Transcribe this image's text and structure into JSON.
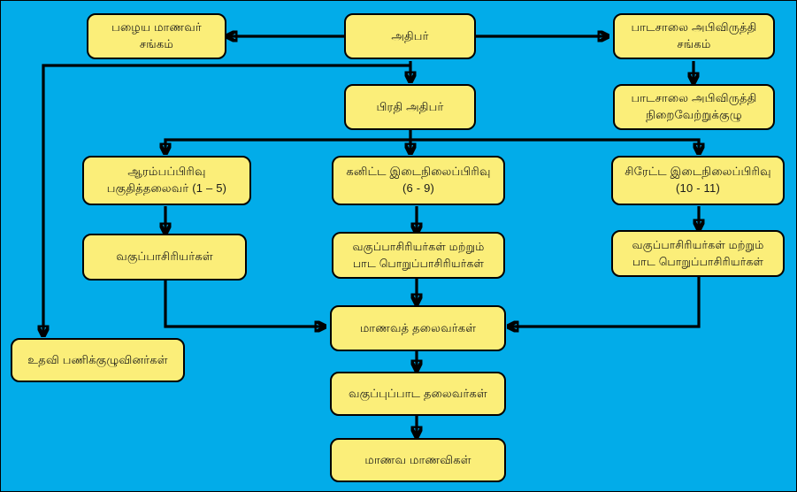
{
  "diagram": {
    "title": "School organisational structure chart",
    "background_color": "#02ace9",
    "node_fill_color": "#fbee79",
    "node_border_color": "#000000",
    "connector_color": "#000000",
    "nodes": [
      {
        "id": "old-students-association",
        "label": "பழைய மாணவர் சங்கம்"
      },
      {
        "id": "principal",
        "label": "அதிபர்"
      },
      {
        "id": "school-development-society",
        "label": "பாடசாலை அபிவிருத்தி சங்கம்"
      },
      {
        "id": "deputy-principal",
        "label": "பிரதி அதிபர்"
      },
      {
        "id": "school-development-executive-committee",
        "label": "பாடசாலை அபிவிருத்தி நிறைவேற்றுக்குழு"
      },
      {
        "id": "primary-section-head",
        "label": "ஆரம்பப்பிரிவு பகுதித்தலைவர் (1 – 5)"
      },
      {
        "id": "junior-secondary-section",
        "label": "கனிட்ட இடைநிலைப்பிரிவு (6 - 9)"
      },
      {
        "id": "senior-secondary-section",
        "label": "சிரேட்ட இடைநிலைப்பிரிவு (10 - 11)"
      },
      {
        "id": "class-teachers-primary",
        "label": "வகுப்பாசிரியர்கள்"
      },
      {
        "id": "class-and-subject-teachers-junior",
        "label": "வகுப்பாசிரியர்கள் மற்றும் பாட பொறுப்பாசிரியர்கள்"
      },
      {
        "id": "class-and-subject-teachers-senior",
        "label": "வகுப்பாசிரியர்கள் மற்றும் பாட பொறுப்பாசிரியர்கள்"
      },
      {
        "id": "support-staff",
        "label": "உதவி பணிக்குழுவினர்கள்"
      },
      {
        "id": "student-leaders",
        "label": "மாணவத் தலைவர்கள்"
      },
      {
        "id": "class-subject-leaders",
        "label": "வகுப்புப்பாட தலைவர்கள்"
      },
      {
        "id": "students",
        "label": "மாணவ மாணவிகள்"
      }
    ]
  }
}
